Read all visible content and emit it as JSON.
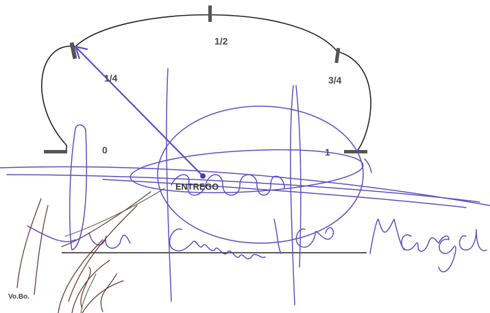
{
  "gauge": {
    "tick_labels": {
      "zero": "0",
      "quarter": "1/4",
      "half": "1/2",
      "three_quarter": "3/4",
      "one": "1"
    },
    "needle_reading": 0.25
  },
  "signature_block": {
    "caption": "ENTREGO",
    "handwritten_name": "Julio Emmanuel Lara Maraga"
  },
  "approval_block": {
    "caption": "Vo.Bo."
  },
  "colors": {
    "ink_blue": "#5b4fc4",
    "ink_dark": "#6b3a3a",
    "print_gray": "#555555",
    "line_black": "#222222"
  }
}
